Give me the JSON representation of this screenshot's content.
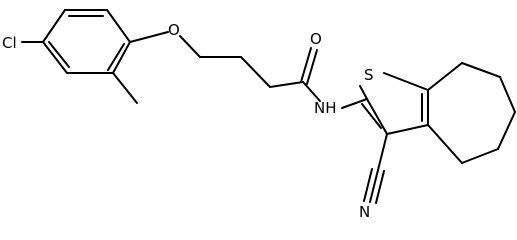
{
  "molecule": {
    "atom_labels": {
      "chlorine": "Cl",
      "ether_oxygen": "O",
      "carbonyl_oxygen": "O",
      "amide_nitrogen": "NH",
      "thiophene_sulfur": "S",
      "nitrile_nitrogen": "N"
    }
  },
  "colors": {
    "bond": "#000000",
    "label": "#000000",
    "background": "#ffffff"
  }
}
